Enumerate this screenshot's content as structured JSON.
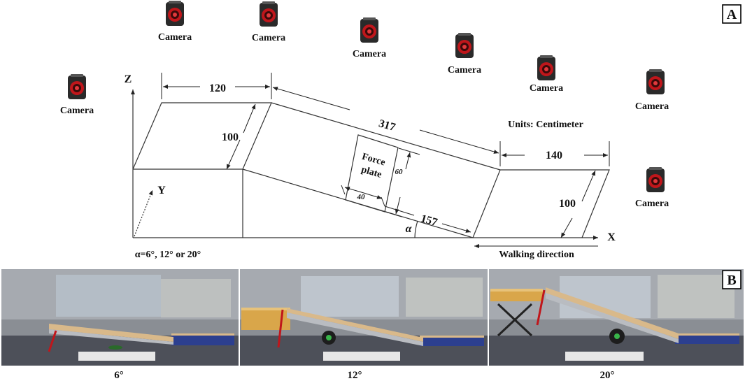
{
  "panel_a": {
    "label": "A",
    "camera_label": "Camera",
    "units": "Units: Centimeter",
    "axes": {
      "x": "X",
      "y": "Y",
      "z": "Z"
    },
    "dimensions": {
      "top_left_length": "120",
      "slope_length": "317",
      "top_right_length": "140",
      "left_height": "100",
      "right_height": "100",
      "plate_offset": "157",
      "plate_width": "40",
      "plate_length": "60"
    },
    "force_plate": [
      "Force",
      "plate"
    ],
    "angle_symbol": "α",
    "angle_note": "α=6°, 12° or 20°",
    "walking_direction": "Walking direction"
  },
  "panel_b": {
    "label": "B",
    "captions": [
      "6°",
      "12°",
      "20°"
    ]
  },
  "colors": {
    "camera_body": "#2a2a2a",
    "camera_ring": "#c0161b",
    "ramp_board": "#d9b98a",
    "platform_blue": "#2c3f8f",
    "floor": "#4d5059"
  }
}
